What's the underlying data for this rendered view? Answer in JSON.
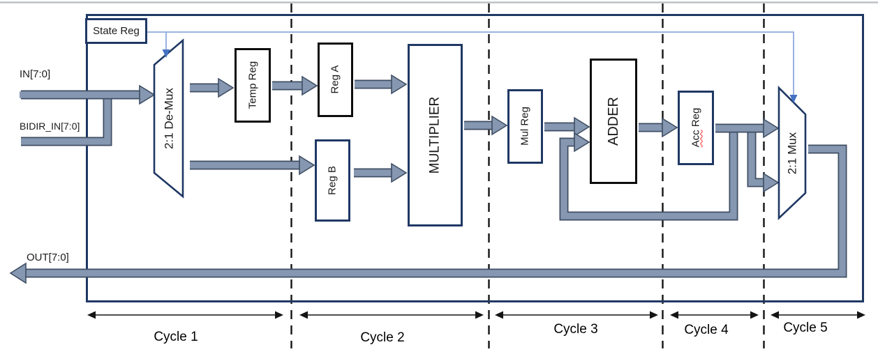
{
  "labels": {
    "state_reg": "State Reg",
    "in_bus": "IN[7:0]",
    "bidir_bus": "BIDIR_IN[7:0]",
    "out_bus": "OUT[7:0]"
  },
  "blocks": {
    "demux": "2:1 De-Mux",
    "temp_reg": "Temp Reg",
    "reg_a": "Reg A",
    "reg_b": "Reg B",
    "multiplier": "MULTIPLIER",
    "mul_reg": "Mul Reg",
    "adder": "ADDER",
    "acc_reg": {
      "word1": "Acc",
      "word2": "Reg"
    },
    "mux": "2:1 Mux"
  },
  "cycles": [
    {
      "label": "Cycle 1"
    },
    {
      "label": "Cycle 2"
    },
    {
      "label": "Cycle 3"
    },
    {
      "label": "Cycle 4"
    },
    {
      "label": "Cycle 5"
    }
  ],
  "colors": {
    "border_navy": "#1f3864",
    "border_black": "#0d0d0d",
    "bus_fill": "#8697b1",
    "bus_outline": "#3f4e63",
    "control_line": "#8faadc",
    "control_arrow": "#4472c4"
  }
}
